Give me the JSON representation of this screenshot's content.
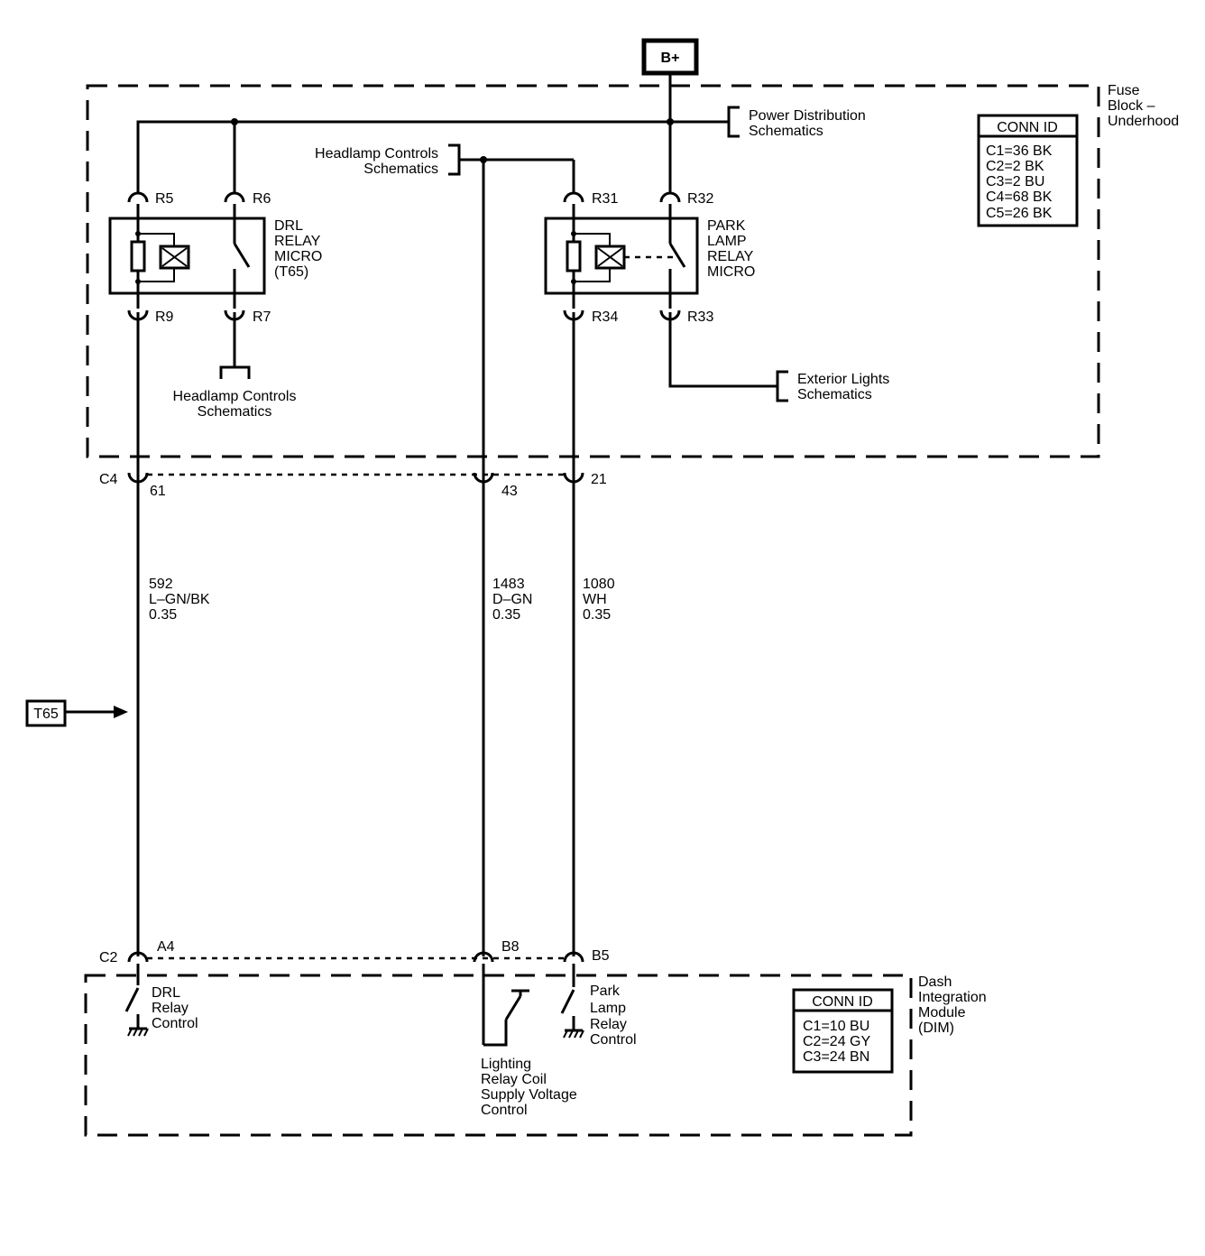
{
  "power": {
    "label": "B+"
  },
  "fuse_block": {
    "name": [
      "Fuse",
      "Block –",
      "Underhood"
    ],
    "conn_id": {
      "title": "CONN ID",
      "rows": [
        "C1=36 BK",
        "C2=2 BK",
        "C3=2 BU",
        "C4=68 BK",
        "C5=26 BK"
      ]
    }
  },
  "refs": {
    "power_dist": [
      "Power Distribution",
      "Schematics"
    ],
    "headlamp_top": [
      "Headlamp Controls",
      "Schematics"
    ],
    "headlamp_bottom": [
      "Headlamp Controls",
      "Schematics"
    ],
    "exterior": [
      "Exterior Lights",
      "Schematics"
    ]
  },
  "drl_relay": {
    "name": [
      "DRL",
      "RELAY",
      "MICRO",
      "(T65)"
    ],
    "pins": {
      "p5": "R5",
      "p6": "R6",
      "p9": "R9",
      "p7": "R7"
    }
  },
  "park_relay": {
    "name": [
      "PARK",
      "LAMP",
      "RELAY",
      "MICRO"
    ],
    "pins": {
      "p31": "R31",
      "p32": "R32",
      "p34": "R34",
      "p33": "R33"
    }
  },
  "connector_c4": {
    "name": "C4",
    "pins": [
      "61",
      "43",
      "21"
    ]
  },
  "wires": [
    {
      "circuit": "592",
      "color": "L–GN/BK",
      "gauge": "0.35"
    },
    {
      "circuit": "1483",
      "color": "D–GN",
      "gauge": "0.35"
    },
    {
      "circuit": "1080",
      "color": "WH",
      "gauge": "0.35"
    }
  ],
  "test_point": {
    "label": "T65"
  },
  "connector_c2": {
    "name": "C2",
    "pins": [
      "A4",
      "B8",
      "B5"
    ]
  },
  "dim": {
    "name": [
      "Dash",
      "Integration",
      "Module",
      "(DIM)"
    ],
    "conn_id": {
      "title": "CONN ID",
      "rows": [
        "C1=10 BU",
        "C2=24 GY",
        "C3=24 BN"
      ]
    },
    "drl_control": [
      "DRL",
      "Relay",
      "Control"
    ],
    "lighting_control": [
      "Lighting",
      "Relay Coil",
      "Supply Voltage",
      "Control"
    ],
    "park_control": [
      "Park",
      "Lamp",
      "Relay",
      "Control"
    ]
  }
}
